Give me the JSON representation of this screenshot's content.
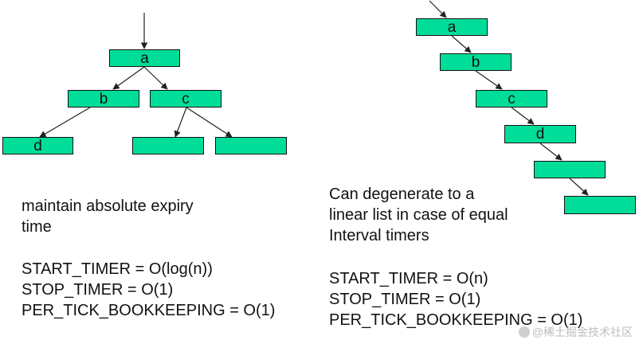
{
  "colors": {
    "node_fill": "#00DD99",
    "node_border": "#111111",
    "edge": "#222222"
  },
  "tree": {
    "nodes": {
      "a": "a",
      "b": "b",
      "c": "c",
      "d": "d",
      "c_child_1": "",
      "c_child_2": ""
    },
    "text": {
      "line1": "maintain absolute expiry",
      "line2": "time",
      "start": "START_TIMER = O(log(n))",
      "stop": "STOP_TIMER = O(1)",
      "tick": "PER_TICK_BOOKKEEPING = O(1)"
    }
  },
  "list": {
    "nodes": {
      "a": "a",
      "b": "b",
      "c": "c",
      "d": "d",
      "e": "",
      "f": ""
    },
    "text": {
      "line1": "Can degenerate to a",
      "line2": "linear list in case of equal",
      "line3": "Interval timers",
      "start": "START_TIMER = O(n)",
      "stop": "STOP_TIMER = O(1)",
      "tick": "PER_TICK_BOOKKEEPING = O(1)"
    }
  },
  "watermark": {
    "text": "@稀土掘金技术社区",
    "icon": "logo-icon"
  }
}
